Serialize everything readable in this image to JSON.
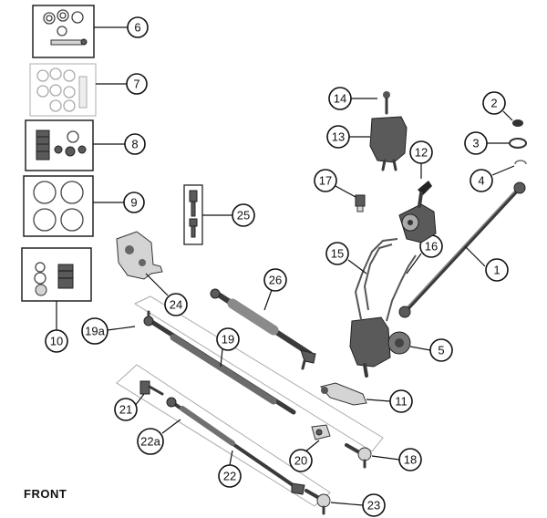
{
  "front_label": "FRONT",
  "callouts": {
    "c1": "1",
    "c2": "2",
    "c3": "3",
    "c4": "4",
    "c5": "5",
    "c6": "6",
    "c7": "7",
    "c8": "8",
    "c9": "9",
    "c10": "10",
    "c11": "11",
    "c12": "12",
    "c13": "13",
    "c14": "14",
    "c15": "15",
    "c16": "16",
    "c17": "17",
    "c18": "18",
    "c19": "19",
    "c19a": "19a",
    "c20": "20",
    "c21": "21",
    "c22": "22",
    "c22a": "22a",
    "c23": "23",
    "c24": "24",
    "c25": "25",
    "c26": "26"
  }
}
